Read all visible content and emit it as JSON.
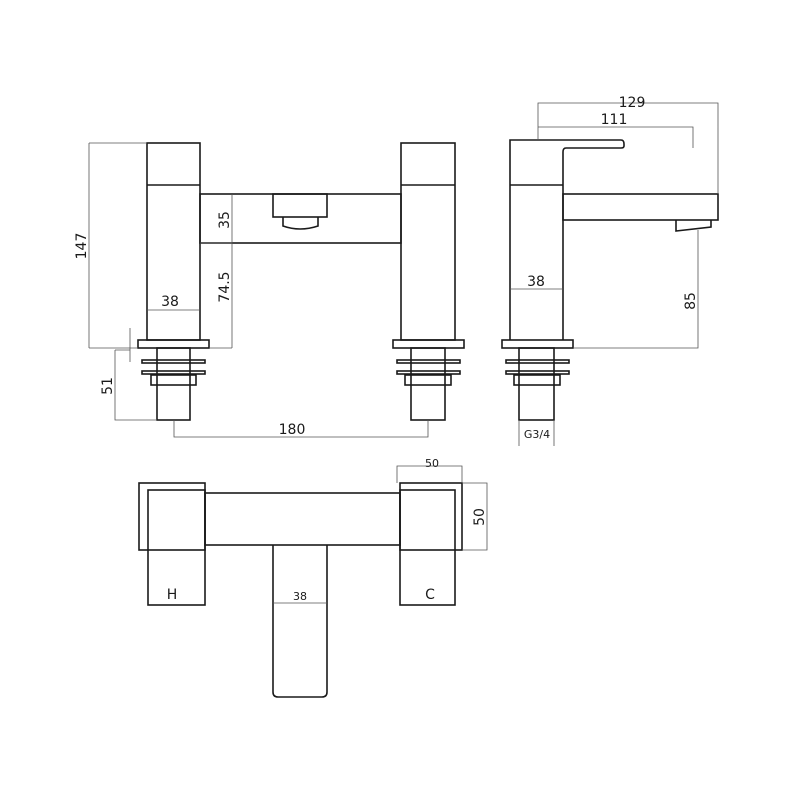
{
  "dimensions": {
    "overall_height": "147",
    "bridge_height": "35",
    "bridge_clearance": "74.5",
    "pillar_width_front": "38",
    "shank_length": "51",
    "centres": "180",
    "overall_depth": "129",
    "lever_reach": "111",
    "spout_height": "85",
    "pillar_width_side": "38",
    "thread": "G3/4",
    "handle_width": "50",
    "handle_depth": "50",
    "spout_width_top": "38"
  },
  "handle_labels": {
    "hot": "H",
    "cold": "C"
  },
  "colors": {
    "line": "#1a1a1a",
    "dimension": "#555555"
  }
}
